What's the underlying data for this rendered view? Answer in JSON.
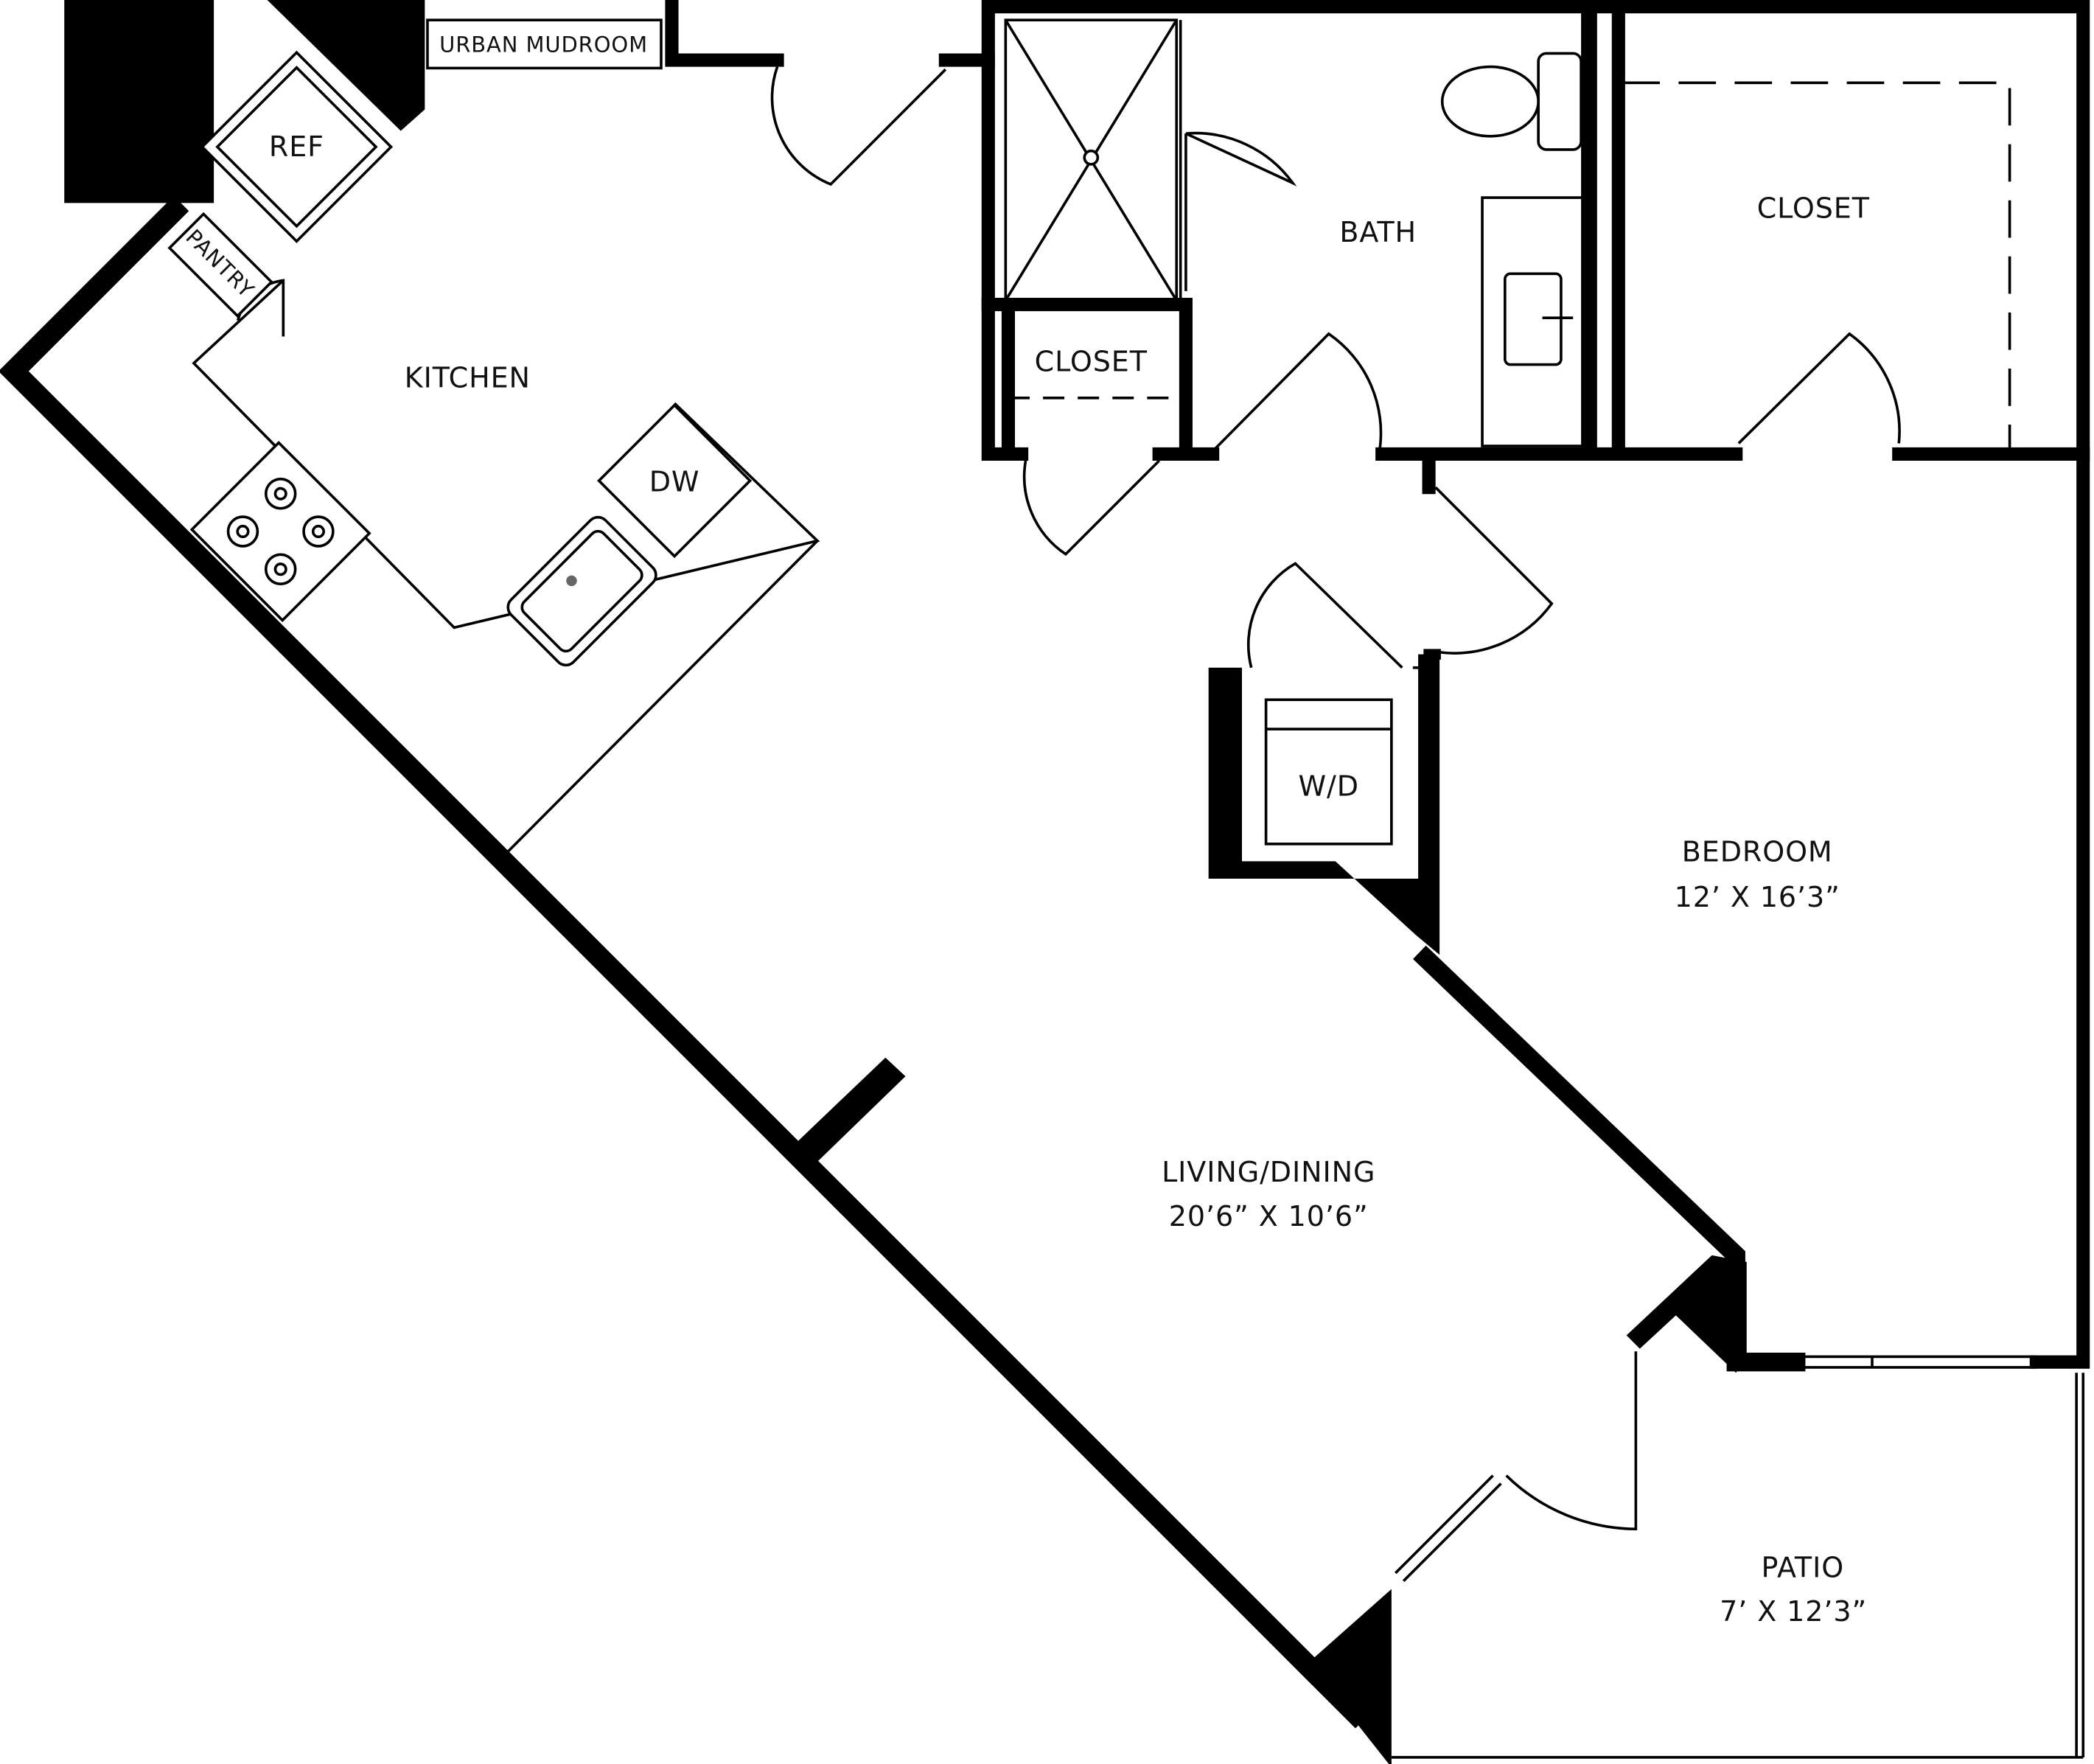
{
  "floorplan": {
    "rooms": {
      "urban_mudroom": "URBAN MUDROOM",
      "ref": "REF",
      "pantry": "PANTRY",
      "kitchen": "KITCHEN",
      "dw": "DW",
      "closet_hall": "CLOSET",
      "bath": "BATH",
      "closet_bedroom": "CLOSET",
      "wd": "W/D",
      "bedroom": "BEDROOM",
      "bedroom_size": "12’ X 16’3”",
      "living": "LIVING/DINING",
      "living_size": "20’6” X 10’6”",
      "patio": "PATIO",
      "patio_size": "7’ X 12’3”"
    },
    "colors": {
      "wall": "#000000",
      "background": "#ffffff"
    }
  }
}
